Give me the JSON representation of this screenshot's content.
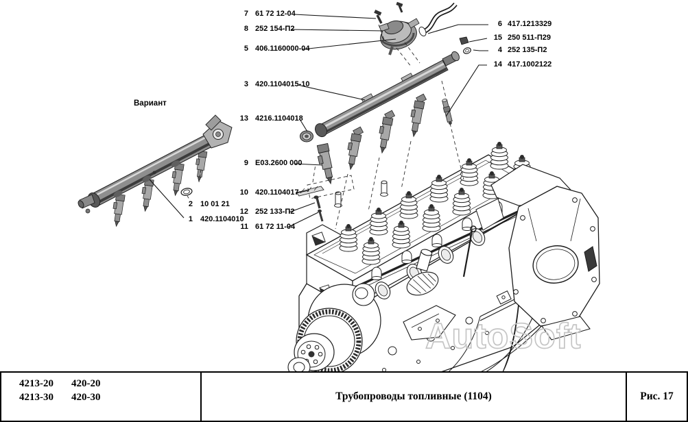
{
  "figure": {
    "watermark": "AutoSoft",
    "variant_label": "Вариант"
  },
  "callouts": {
    "c7": {
      "num": "7",
      "code": "61 72 12-04"
    },
    "c8": {
      "num": "8",
      "code": "252 154-П2"
    },
    "c5": {
      "num": "5",
      "code": "406.1160000-04"
    },
    "c3": {
      "num": "3",
      "code": "420.1104015-10"
    },
    "c13": {
      "num": "13",
      "code": "4216.1104018"
    },
    "c9": {
      "num": "9",
      "code": "E03.2600 000"
    },
    "c10": {
      "num": "10",
      "code": "420.1104017"
    },
    "c12": {
      "num": "12",
      "code": "252 133-П2"
    },
    "c11": {
      "num": "11",
      "code": "61 72 11-04"
    },
    "c6": {
      "num": "6",
      "code": "417.1213329"
    },
    "c15": {
      "num": "15",
      "code": "250 511-П29"
    },
    "c4": {
      "num": "4",
      "code": "252 135-П2"
    },
    "c14": {
      "num": "14",
      "code": "417.1002122"
    },
    "c2": {
      "num": "2",
      "code": "10 01 21"
    },
    "c1": {
      "num": "1",
      "code": "420.1104010"
    }
  },
  "footer": {
    "models": {
      "r1c1": "4213-20",
      "r1c2": "420-20",
      "r2c1": "4213-30",
      "r2c2": "420-30"
    },
    "title": "Трубопроводы топливные (1104)",
    "figure_ref": "Рис. 17"
  }
}
